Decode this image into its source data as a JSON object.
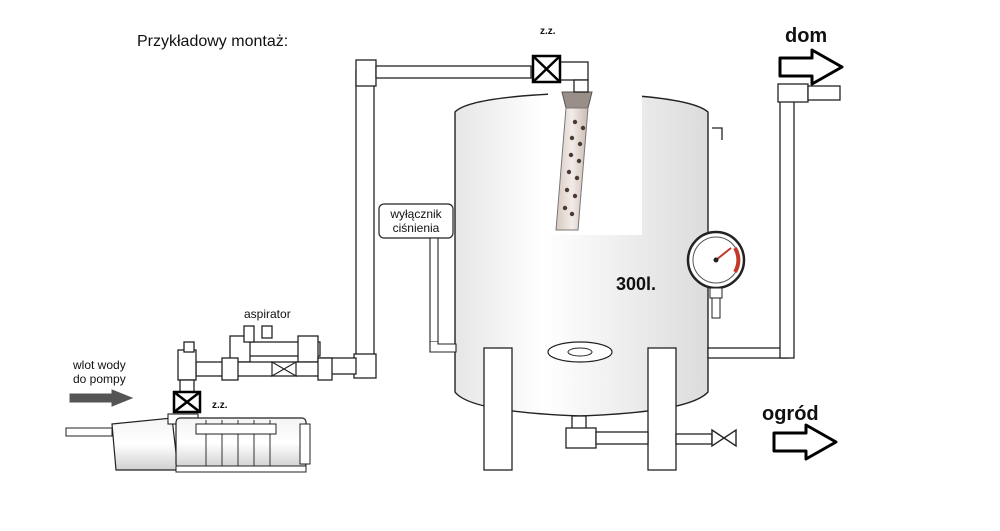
{
  "title": "Przykładowy montaż:",
  "labels": {
    "valve_top": "z.z.",
    "valve_pump": "z.z.",
    "pressure_switch_line1": "wyłącznik",
    "pressure_switch_line2": "ciśnienia",
    "aspirator": "aspirator",
    "inlet_line1": "wlot wody",
    "inlet_line2": "do pompy",
    "tank_capacity": "300l.",
    "outlet_house": "dom",
    "outlet_garden": "ogród"
  },
  "colors": {
    "line": "#222222",
    "gauge_needle": "#c0392b",
    "inlet_arrow": "#555555"
  }
}
